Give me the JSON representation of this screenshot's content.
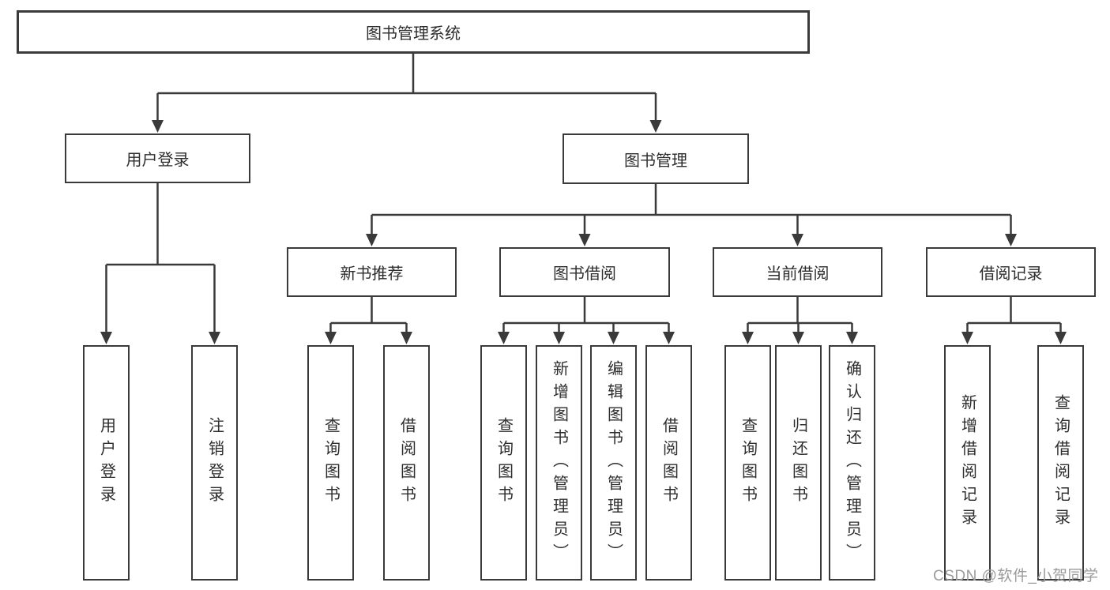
{
  "diagram": {
    "root": "图书管理系统",
    "level2": [
      {
        "label": "用户登录",
        "children": [
          "用户登录",
          "注销登录"
        ]
      },
      {
        "label": "图书管理"
      }
    ],
    "level3": [
      {
        "label": "新书推荐",
        "children": [
          "查询图书",
          "借阅图书"
        ]
      },
      {
        "label": "图书借阅",
        "children": [
          "查询图书",
          "新增图书（管理员）",
          "编辑图书（管理员）",
          "借阅图书"
        ]
      },
      {
        "label": "当前借阅",
        "children": [
          "查询图书",
          "归还图书",
          "确认归还（管理员）"
        ]
      },
      {
        "label": "借阅记录",
        "children": [
          "新增借阅记录",
          "查询借阅记录"
        ]
      }
    ],
    "watermark": "CSDN @软件_小贺同学",
    "colors": {
      "line": "#3a3a3a",
      "text": "#2d2d2d",
      "watermark": "#9b9b9b",
      "background": "#ffffff"
    }
  }
}
